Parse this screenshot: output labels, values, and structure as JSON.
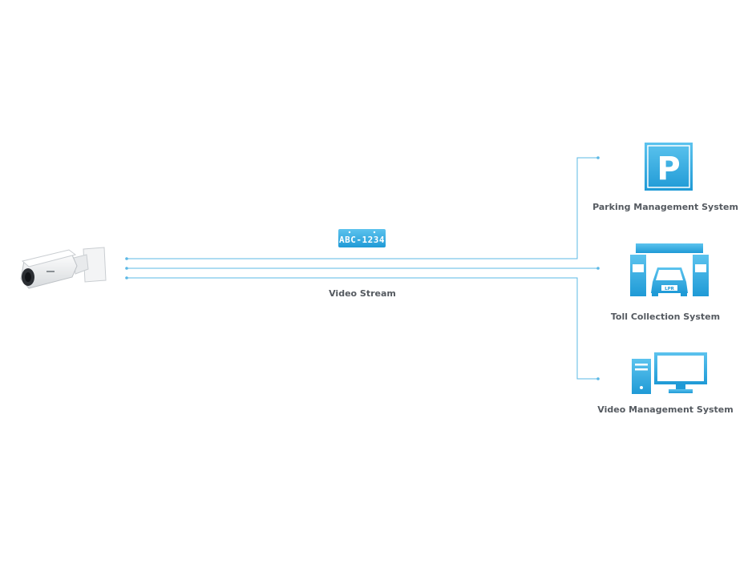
{
  "plate": {
    "text": "ABC-1234"
  },
  "stream_label": "Video Stream",
  "systems": [
    {
      "label": "Parking Management System",
      "icon": "parking-icon"
    },
    {
      "label": "Toll Collection System",
      "icon": "toll-booth-icon"
    },
    {
      "label": "Video Management System",
      "icon": "computer-monitor-icon"
    }
  ],
  "toll_icon_text": "LPR",
  "parking_icon_text": "P",
  "camera_icon": "bullet-camera-icon",
  "colors": {
    "accent": "#29a8e0",
    "accent_light": "#5cc3ee",
    "line": "#5bb8e6",
    "label_text": "#555a60"
  }
}
